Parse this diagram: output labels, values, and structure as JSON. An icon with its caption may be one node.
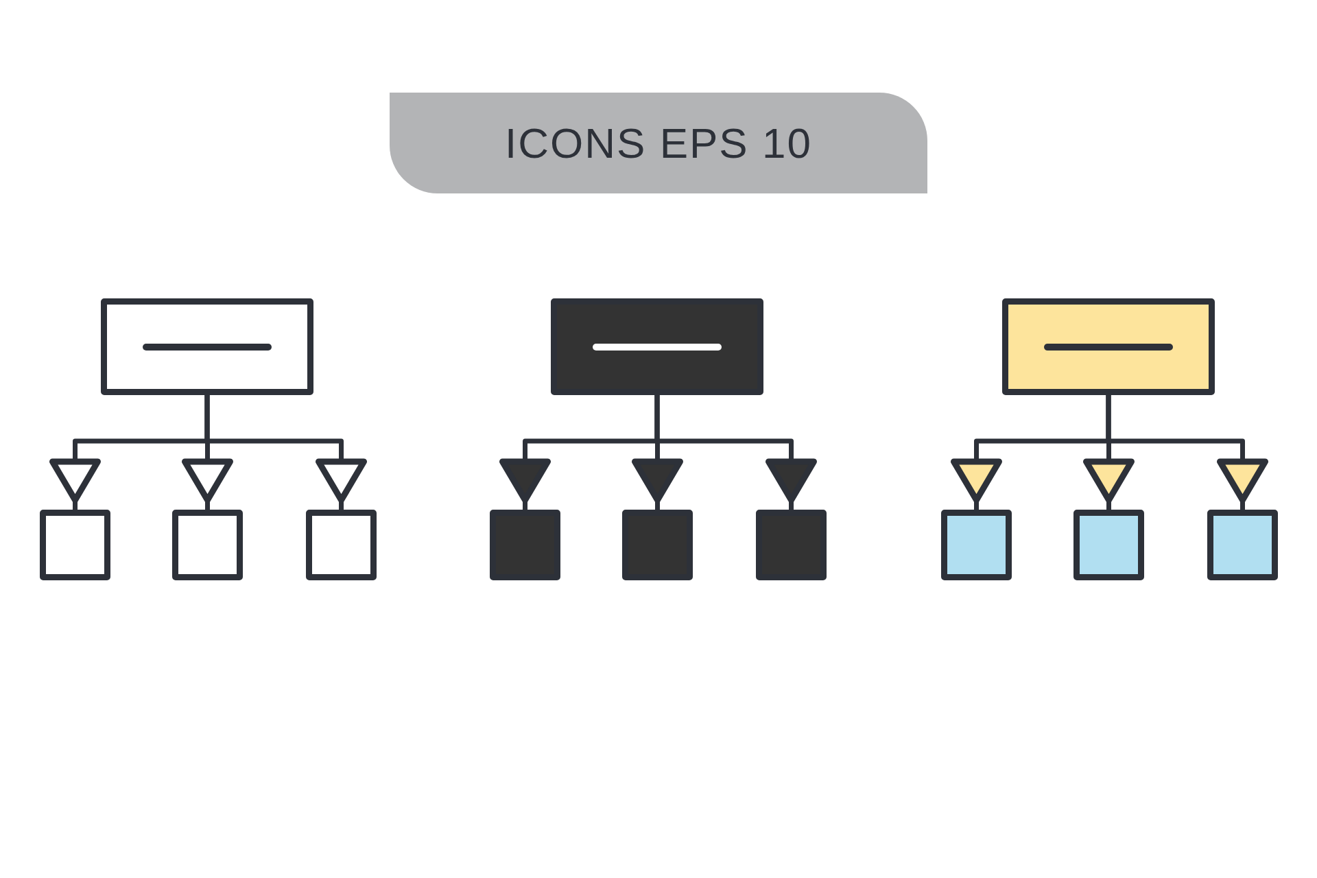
{
  "diagram": {
    "title": "ICONS EPS 10",
    "nodes": [
      {
        "text": [],
        "shape": "box"
      },
      {
        "text": [],
        "shape": "box"
      },
      {
        "text": [],
        "shape": "box"
      },
      {
        "text": [],
        "shape": "box"
      },
      {
        "text": [],
        "shape": "box"
      },
      {
        "text": [],
        "shape": "box"
      },
      {
        "text": [],
        "shape": "box"
      },
      {
        "text": [],
        "shape": "box"
      },
      {
        "text": [],
        "shape": "box"
      },
      {
        "text": [],
        "shape": "box"
      },
      {
        "text": [],
        "shape": "box"
      },
      {
        "text": [],
        "shape": "box"
      }
    ],
    "edges": [
      {
        "from": 0,
        "to": 1,
        "arrow": "to"
      },
      {
        "from": 0,
        "to": 2,
        "arrow": "to"
      },
      {
        "from": 0,
        "to": 3,
        "arrow": "to"
      },
      {
        "from": 4,
        "to": 5,
        "arrow": "to"
      },
      {
        "from": 4,
        "to": 6,
        "arrow": "to"
      },
      {
        "from": 4,
        "to": 7,
        "arrow": "to"
      },
      {
        "from": 8,
        "to": 9,
        "arrow": "to"
      },
      {
        "from": 8,
        "to": 10,
        "arrow": "to"
      },
      {
        "from": 8,
        "to": 11,
        "arrow": "to"
      }
    ]
  }
}
